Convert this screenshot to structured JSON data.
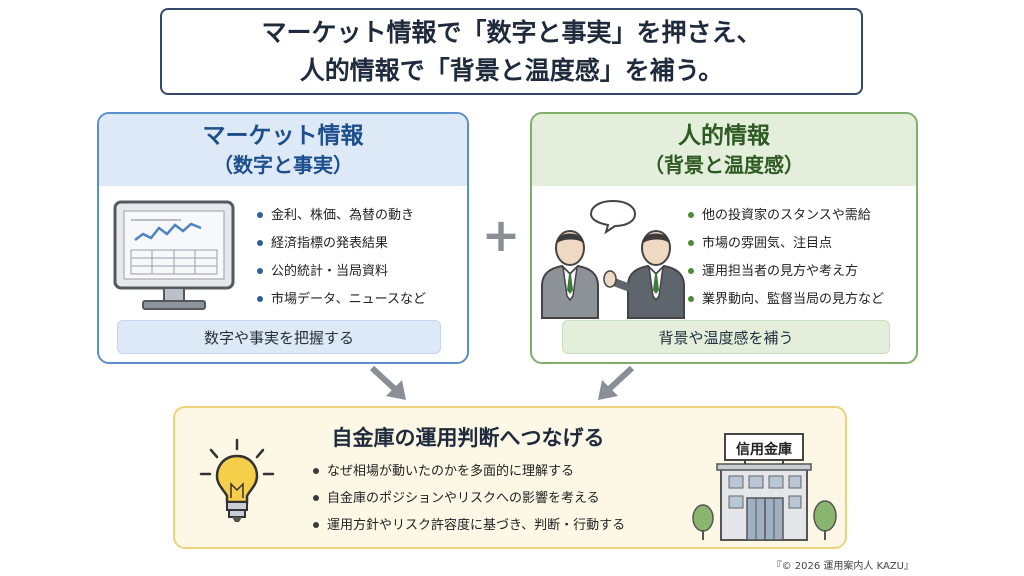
{
  "title": {
    "line1": "マーケット情報で「数字と事実」を押さえ、",
    "line2": "人的情報で「背景と温度感」を補う。"
  },
  "market_panel": {
    "heading": "マーケット情報",
    "subheading": "（数字と事実）",
    "items": [
      "金利、株価、為替の動き",
      "経済指標の発表結果",
      "公的統計・当局資料",
      "市場データ、ニュースなど"
    ],
    "footer": "数字や事実を把握する",
    "accent_color": "#5b8fc9"
  },
  "plus_symbol": "+",
  "human_panel": {
    "heading": "人的情報",
    "subheading": "（背景と温度感）",
    "items": [
      "他の投資家のスタンスや需給",
      "市場の雰囲気、注目点",
      "運用担当者の見方や考え方",
      "業界動向、監督当局の見方など"
    ],
    "footer": "背景や温度感を補う",
    "accent_color": "#7fae6b"
  },
  "conclusion": {
    "heading": "自金庫の運用判断へつなげる",
    "items": [
      "なぜ相場が動いたのかを多面的に理解する",
      "自金庫のポジションやリスクへの影響を考える",
      "運用方針やリスク許容度に基づき、判断・行動する"
    ],
    "building_sign": "信用金庫",
    "accent_color": "#ecd27c"
  },
  "icons": {
    "monitor": "monitor-chart-icon",
    "speech": "speech-bubble-icon",
    "people": "business-people-icon",
    "bulb": "lightbulb-icon",
    "building": "bank-building-icon",
    "arrow": "arrow-down-icon"
  },
  "copyright": "『© 2026 運用案内人 KAZU』"
}
